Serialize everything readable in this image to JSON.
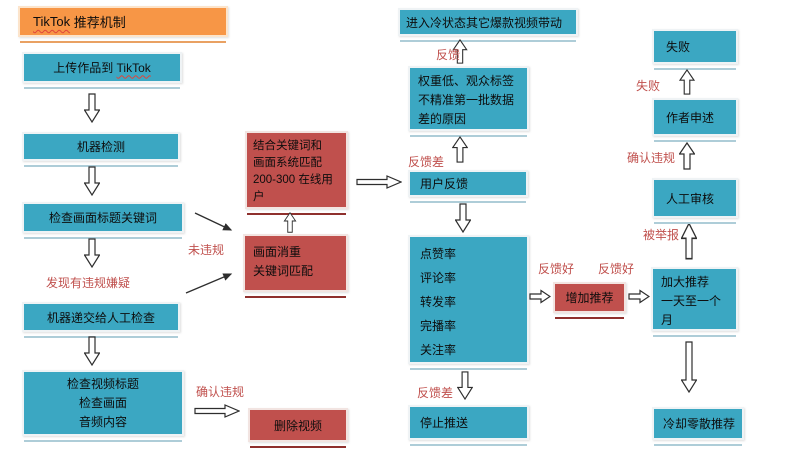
{
  "colors": {
    "teal": "#3BA7C2",
    "red_box": "#C0504D",
    "orange": "#F79646",
    "label_red": "#C0504D"
  },
  "nodes": {
    "title_en": "TikTok",
    "title_zh": " 推荐机制",
    "upload_prefix": "上传作品到 ",
    "upload_en": "TikTok",
    "machine_check": "机器检测",
    "keyword_check": "检查画面标题关键词",
    "manual_submit": "机器递交给人工检查",
    "video_check": [
      "检查视频标题",
      "检查画面",
      "音频内容"
    ],
    "delete_video": "删除视频",
    "match": [
      "结合关键词和",
      "画面系统匹配",
      "200-300 在线用",
      "户"
    ],
    "dedup": [
      "画面消重",
      "关键词匹配"
    ],
    "cold_state": "进入冷状态其它爆款视频带动",
    "weight_low": [
      "权重低、观众标签",
      "不精准第一批数据",
      "差的原因"
    ],
    "user_feedback": "用户反馈",
    "rates": [
      "点赞率",
      "评论率",
      "转发率",
      "完播率",
      "关注率"
    ],
    "stop_push": "停止推送",
    "increase": "增加推荐",
    "boost": [
      "加大推荐",
      "一天至一个",
      "月"
    ],
    "manual_review": "人工审核",
    "appeal": "作者申述",
    "fail": "失败",
    "cooldown": "冷却零散推荐"
  },
  "labels": {
    "suspect": "发现有违规嫌疑",
    "not_violate": "未违规",
    "confirm_violate": "确认违规",
    "feedback": "反馈",
    "feedback_bad_mid": "反馈差",
    "feedback_bad_bottom": "反馈差",
    "feedback_good_1": "反馈好",
    "feedback_good_2": "反馈好",
    "reported": "被举报",
    "confirm_violate_right": "确认违规",
    "fail_label": "失败"
  }
}
